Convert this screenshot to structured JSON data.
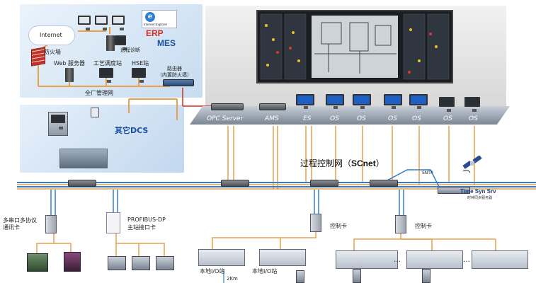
{
  "top_left": {
    "internet": "Internet",
    "firewall": "防火墙",
    "remote_diag": "远程诊断",
    "erp": "ERP",
    "mes": "MES",
    "ie_logo": "Internet Explorer",
    "web_server": "Web 服务器",
    "process_station": "工艺调度站",
    "hse_station": "HSE站",
    "router": "路由器",
    "router_sub": "（内置防火墙）",
    "plant_network": "全厂管理网"
  },
  "other_dcs": "其它DCS",
  "stations": [
    "OPC Server",
    "AMS",
    "ES",
    "OS",
    "OS",
    "OS",
    "OS",
    "OS",
    "OS"
  ],
  "scnet": {
    "prefix": "过程控制网（",
    "name": "SCnet",
    "suffix": "）"
  },
  "sntp": "SNTP",
  "time_server": {
    "title": "Time Syn Srv",
    "sub": "时钟同步服务器"
  },
  "bottom": {
    "multi_serial_line1": "多串口多协议",
    "multi_serial_line2": "通讯卡",
    "profibus_line1": "PROFIBUS-DP",
    "profibus_line2": "主站接口卡",
    "control_card_1": "控制卡",
    "control_card_2": "控制卡",
    "local_io_1": "本地I/O站",
    "local_io_2": "本地I/O站",
    "distance": "2Km",
    "ellipsis_1": "…",
    "ellipsis_2": "…"
  },
  "colors": {
    "network_blue": "#2f7fd0",
    "link_orange": "#e8a04a",
    "router_red": "#d62a1e",
    "panel_light": "#d9e9f7"
  }
}
